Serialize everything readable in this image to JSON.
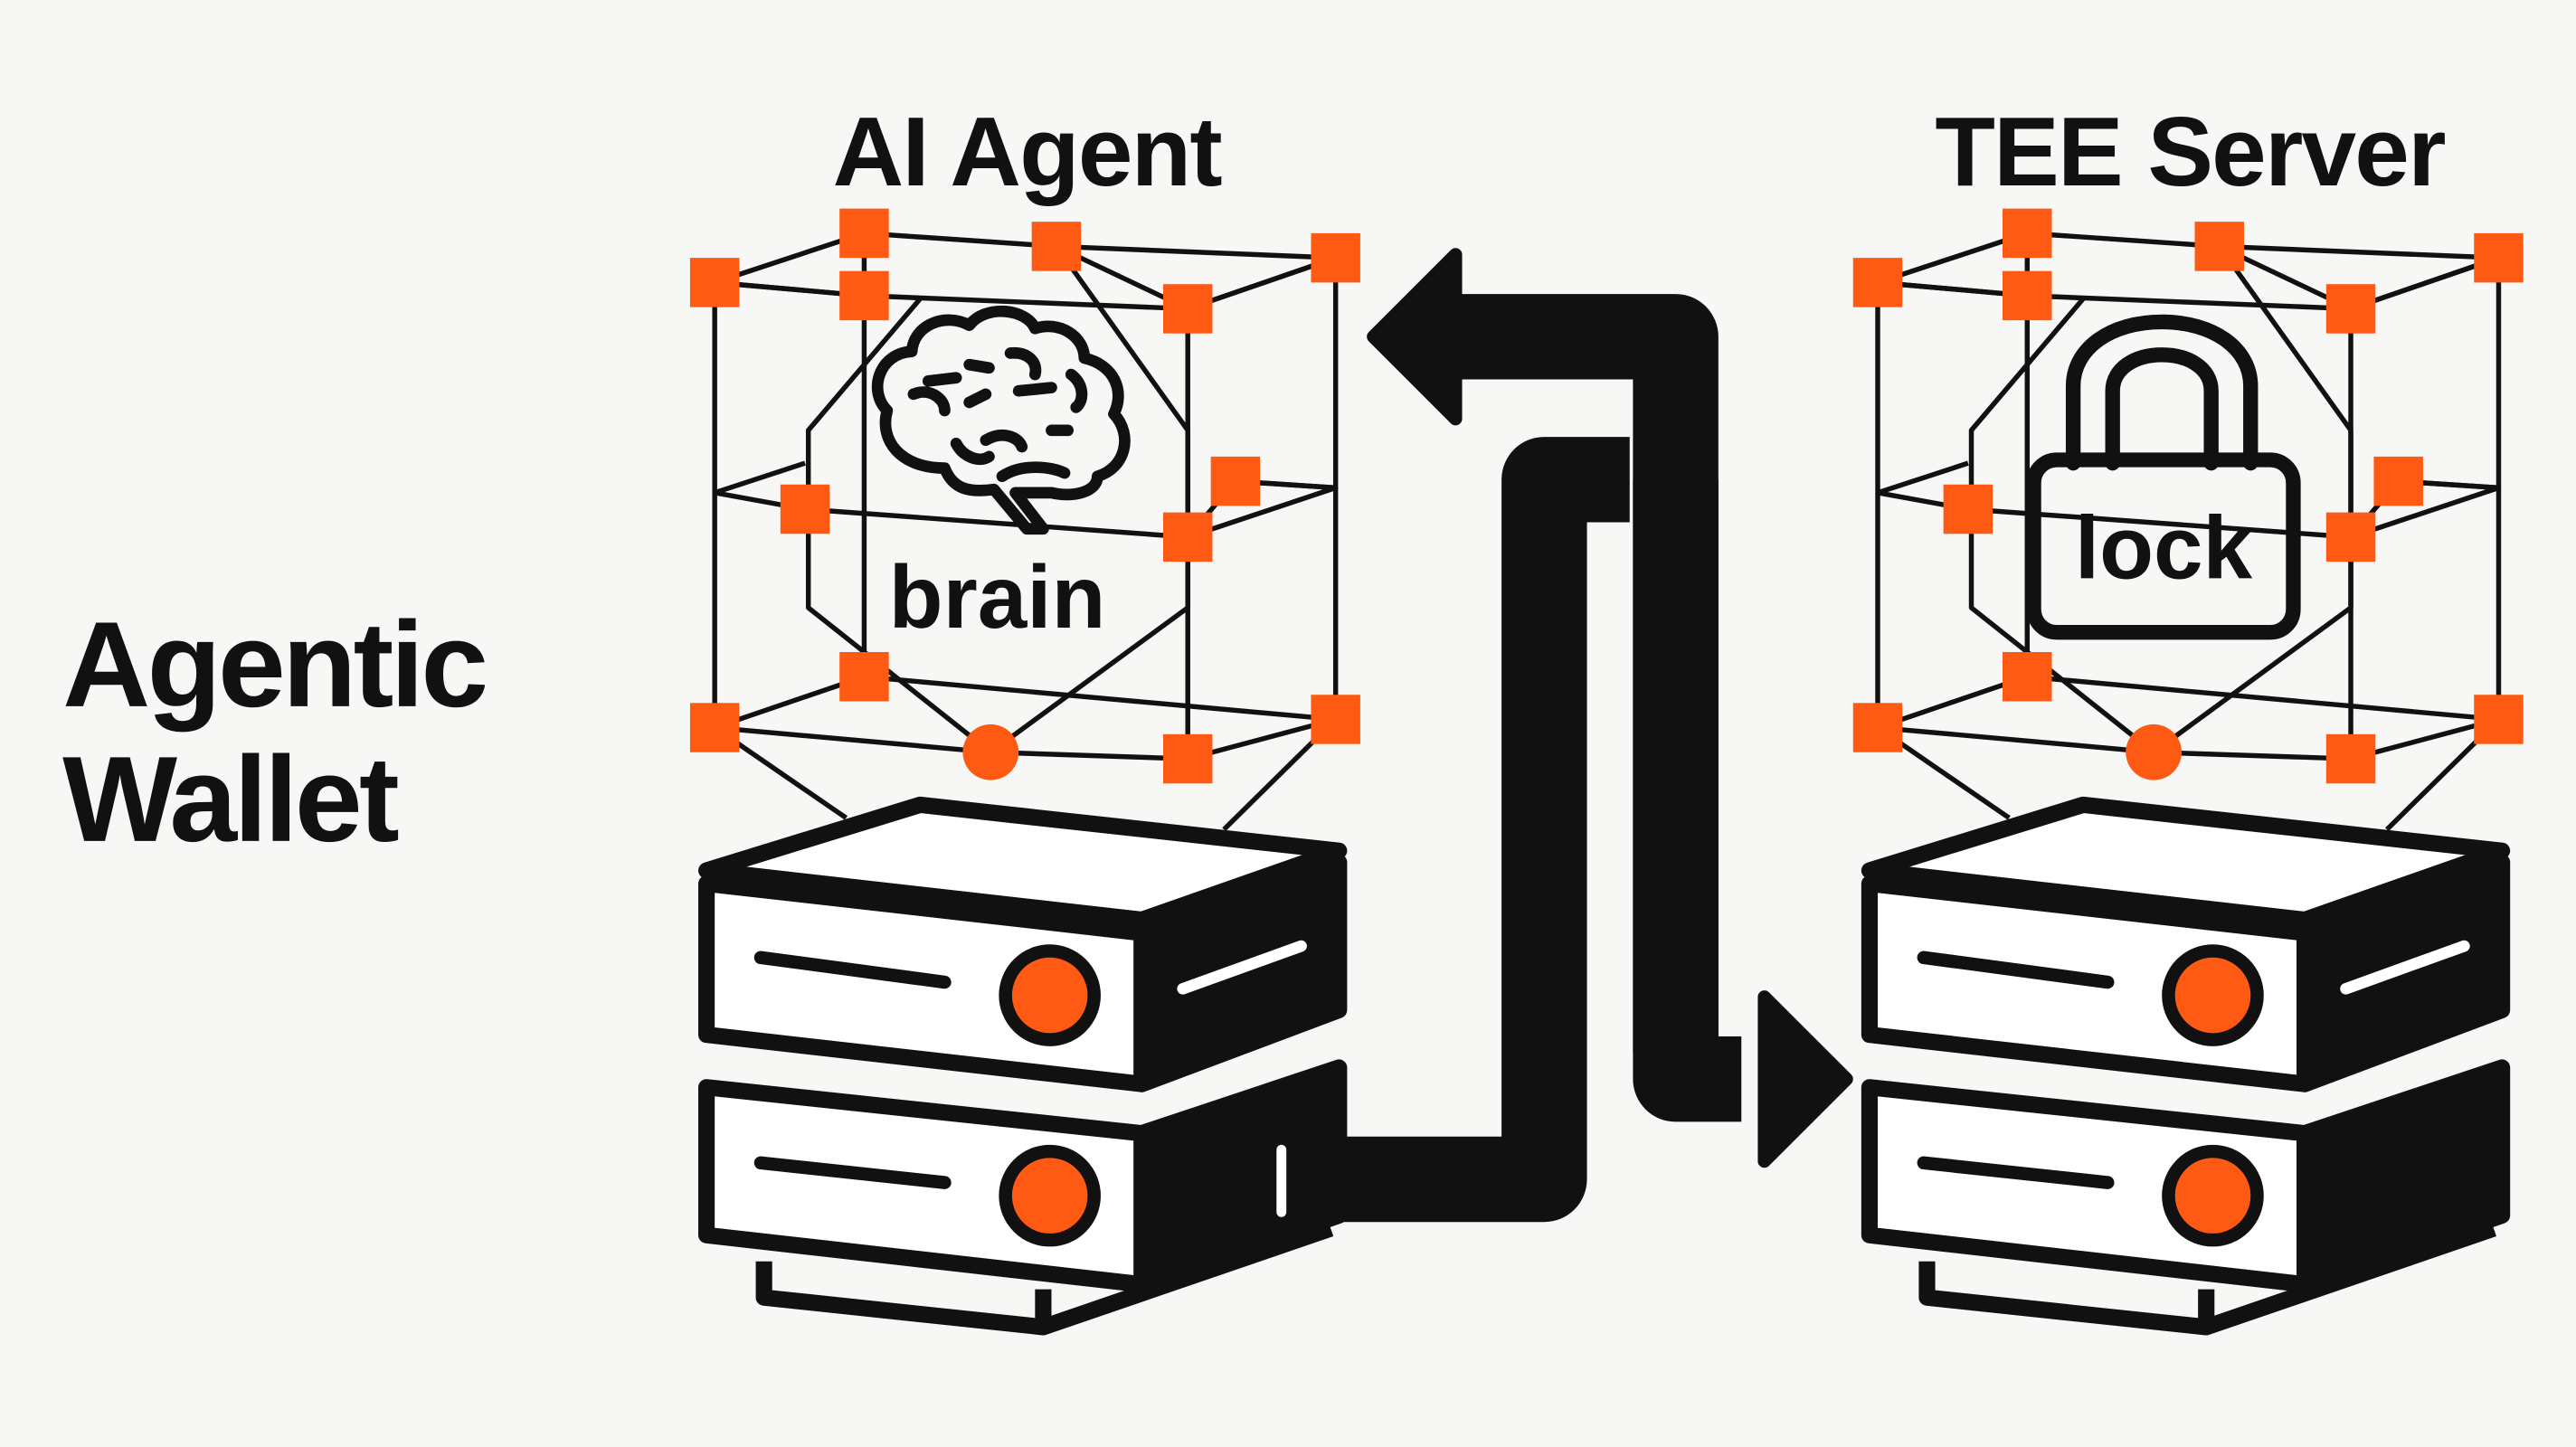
{
  "title": {
    "line1": "Agentic",
    "line2": "Wallet"
  },
  "agent": {
    "heading": "AI Agent",
    "icon_label": "brain",
    "icon": "brain-icon"
  },
  "tee": {
    "heading": "TEE Server",
    "icon_label": "lock",
    "icon": "padlock-icon"
  },
  "colors": {
    "accent": "#ff5a14",
    "ink": "#111111",
    "background": "#f7f7f5"
  }
}
